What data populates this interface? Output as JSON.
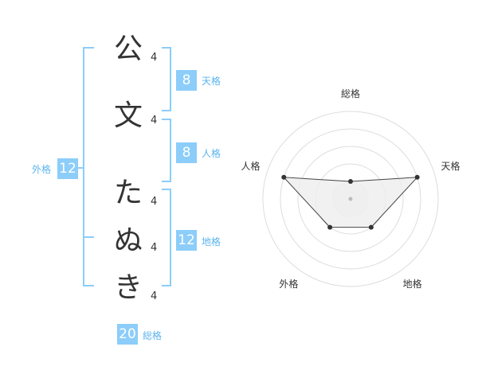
{
  "characters": [
    {
      "char": "公",
      "strokes": "4"
    },
    {
      "char": "文",
      "strokes": "4"
    },
    {
      "char": "た",
      "strokes": "4"
    },
    {
      "char": "ぬ",
      "strokes": "4"
    },
    {
      "char": "き",
      "strokes": "4"
    }
  ],
  "kaku": {
    "tenkaku": {
      "value": "8",
      "label": "天格"
    },
    "jinkaku": {
      "value": "8",
      "label": "人格"
    },
    "chikaku": {
      "value": "12",
      "label": "地格"
    },
    "gaikaku": {
      "value": "12",
      "label": "外格"
    },
    "soukaku": {
      "value": "20",
      "label": "総格"
    }
  },
  "colors": {
    "accent": "#8ccdfa",
    "label_text": "#5bb4ef",
    "bracket": "#8ccdfa",
    "radar_grid": "#dddddd",
    "radar_fill": "#eeeeee",
    "radar_point": "#333333"
  },
  "chart_data": {
    "type": "radar",
    "axes": [
      "総格",
      "天格",
      "地格",
      "外格",
      "人格"
    ],
    "values": [
      1,
      4,
      2,
      2,
      4
    ],
    "rmax": 5,
    "rings": 5
  }
}
